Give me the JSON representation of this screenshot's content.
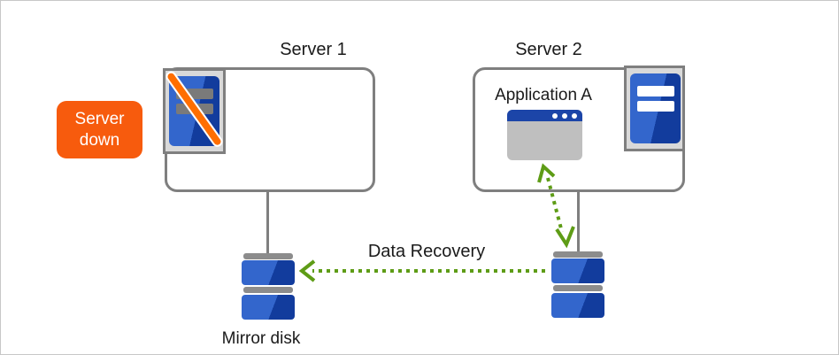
{
  "servers": [
    {
      "title": "Server 1"
    },
    {
      "title": "Server 2",
      "application_label": "Application A"
    }
  ],
  "badge": {
    "line1": "Server",
    "line2": "down"
  },
  "labels": {
    "data_recovery": "Data Recovery",
    "mirror_disk": "Mirror disk"
  },
  "icons": {
    "server1": "server-icon-crossed-out",
    "server2": "server-icon",
    "application": "app-window-icon",
    "left_disk": "mirror-disk-stack-icon",
    "right_disk": "disk-stack-icon",
    "recovery_arrow": "dotted-arrow-left-icon",
    "app_disk_arrow": "dotted-double-arrow-icon"
  },
  "colors": {
    "canvas-border": "#C8C8C8",
    "box-border": "#7F7F7F",
    "icon-bg": "#D9D9D9",
    "blue-light": "#3366CC",
    "blue-dark": "#123C9D",
    "titlebar-blue": "#1C45A8",
    "window-body-gray": "#BFBFBF",
    "disk-bar-gray": "#8C8C8C",
    "chassis-bar-gray": "#7A7A7A",
    "slash-orange": "#FF6E00",
    "badge-orange": "#F75B0D",
    "arrow-green": "#5E9C16",
    "text": "#1A1A1A"
  }
}
